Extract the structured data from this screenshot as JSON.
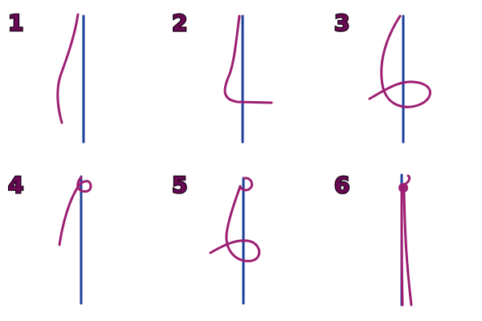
{
  "steps": [
    {
      "number": "1"
    },
    {
      "number": "2"
    },
    {
      "number": "3"
    },
    {
      "number": "4"
    },
    {
      "number": "5"
    },
    {
      "number": "6"
    }
  ],
  "colors": {
    "rod": "#1c3f9a",
    "thread": "#9c1e73",
    "number_fill": "#6a0a55",
    "number_outline": "#1a0014",
    "background": "#ffffff"
  }
}
